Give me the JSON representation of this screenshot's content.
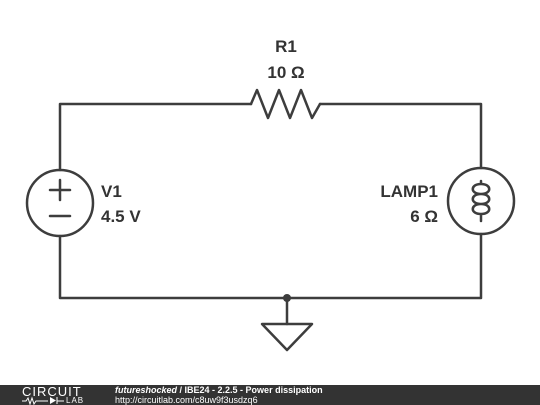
{
  "circuit": {
    "resistor": {
      "name": "R1",
      "value": "10 Ω"
    },
    "source": {
      "name": "V1",
      "value": "4.5 V"
    },
    "lamp": {
      "name": "LAMP1",
      "value": "6 Ω"
    }
  },
  "footer": {
    "logo_top": "CIRCUIT",
    "logo_bottom": "LAB",
    "author": "futureshocked",
    "separator": " / ",
    "title": "IBE24 - 2.2.5 - Power dissipation",
    "url": "http://circuitlab.com/c8uw9f3usdzq6"
  },
  "colors": {
    "wire": "#3d3d3d",
    "footer_bg": "#333333",
    "footer_text": "#ffffff"
  }
}
